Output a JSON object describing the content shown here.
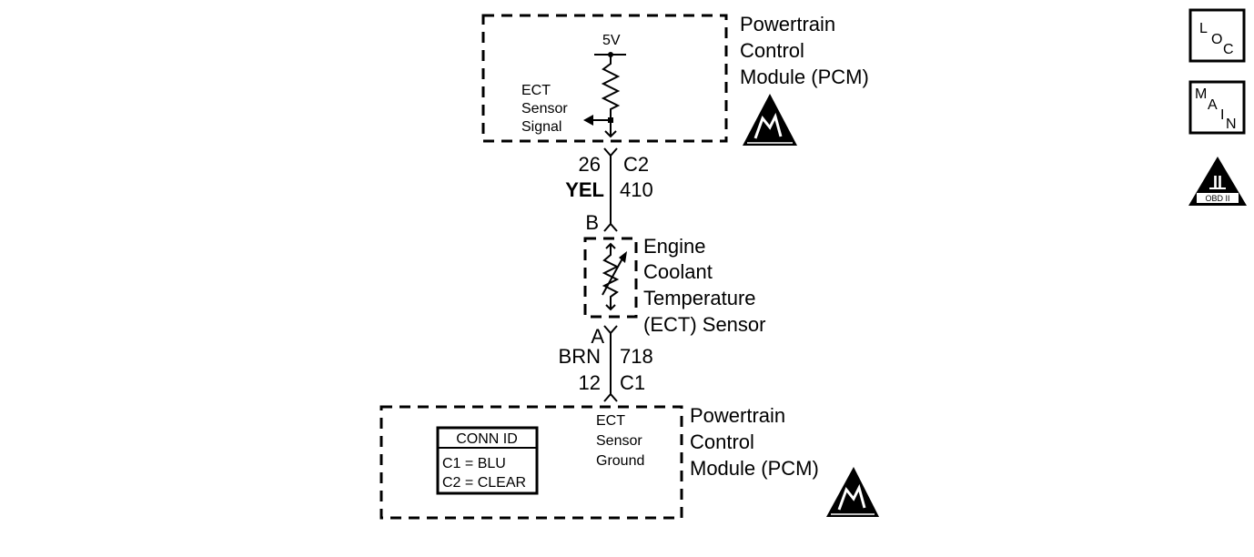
{
  "pcm_top": {
    "title_lines": [
      "Powertrain",
      "Control",
      "Module (PCM)"
    ],
    "voltage": "5V",
    "signal_label_lines": [
      "ECT",
      "Sensor",
      "Signal"
    ]
  },
  "connector_top": {
    "pin": "26",
    "connector": "C2",
    "wire_color": "YEL",
    "circuit": "410"
  },
  "sensor": {
    "pin_b": "B",
    "pin_a": "A",
    "title_lines": [
      "Engine",
      "Coolant",
      "Temperature",
      "(ECT) Sensor"
    ]
  },
  "connector_bottom": {
    "pin": "12",
    "connector": "C1",
    "wire_color": "BRN",
    "circuit": "718"
  },
  "pcm_bottom": {
    "title_lines": [
      "Powertrain",
      "Control",
      "Module (PCM)"
    ],
    "ground_label_lines": [
      "ECT",
      "Sensor",
      "Ground"
    ],
    "conn_id": {
      "header": "CONN ID",
      "rows": [
        "C1 = BLU",
        "C2 = CLEAR"
      ]
    }
  },
  "side_icons": {
    "loc": [
      "L",
      "O",
      "C"
    ],
    "main": [
      "M",
      "A",
      "I",
      "N"
    ],
    "obd": {
      "numeral": "II",
      "label": "OBD II"
    }
  }
}
